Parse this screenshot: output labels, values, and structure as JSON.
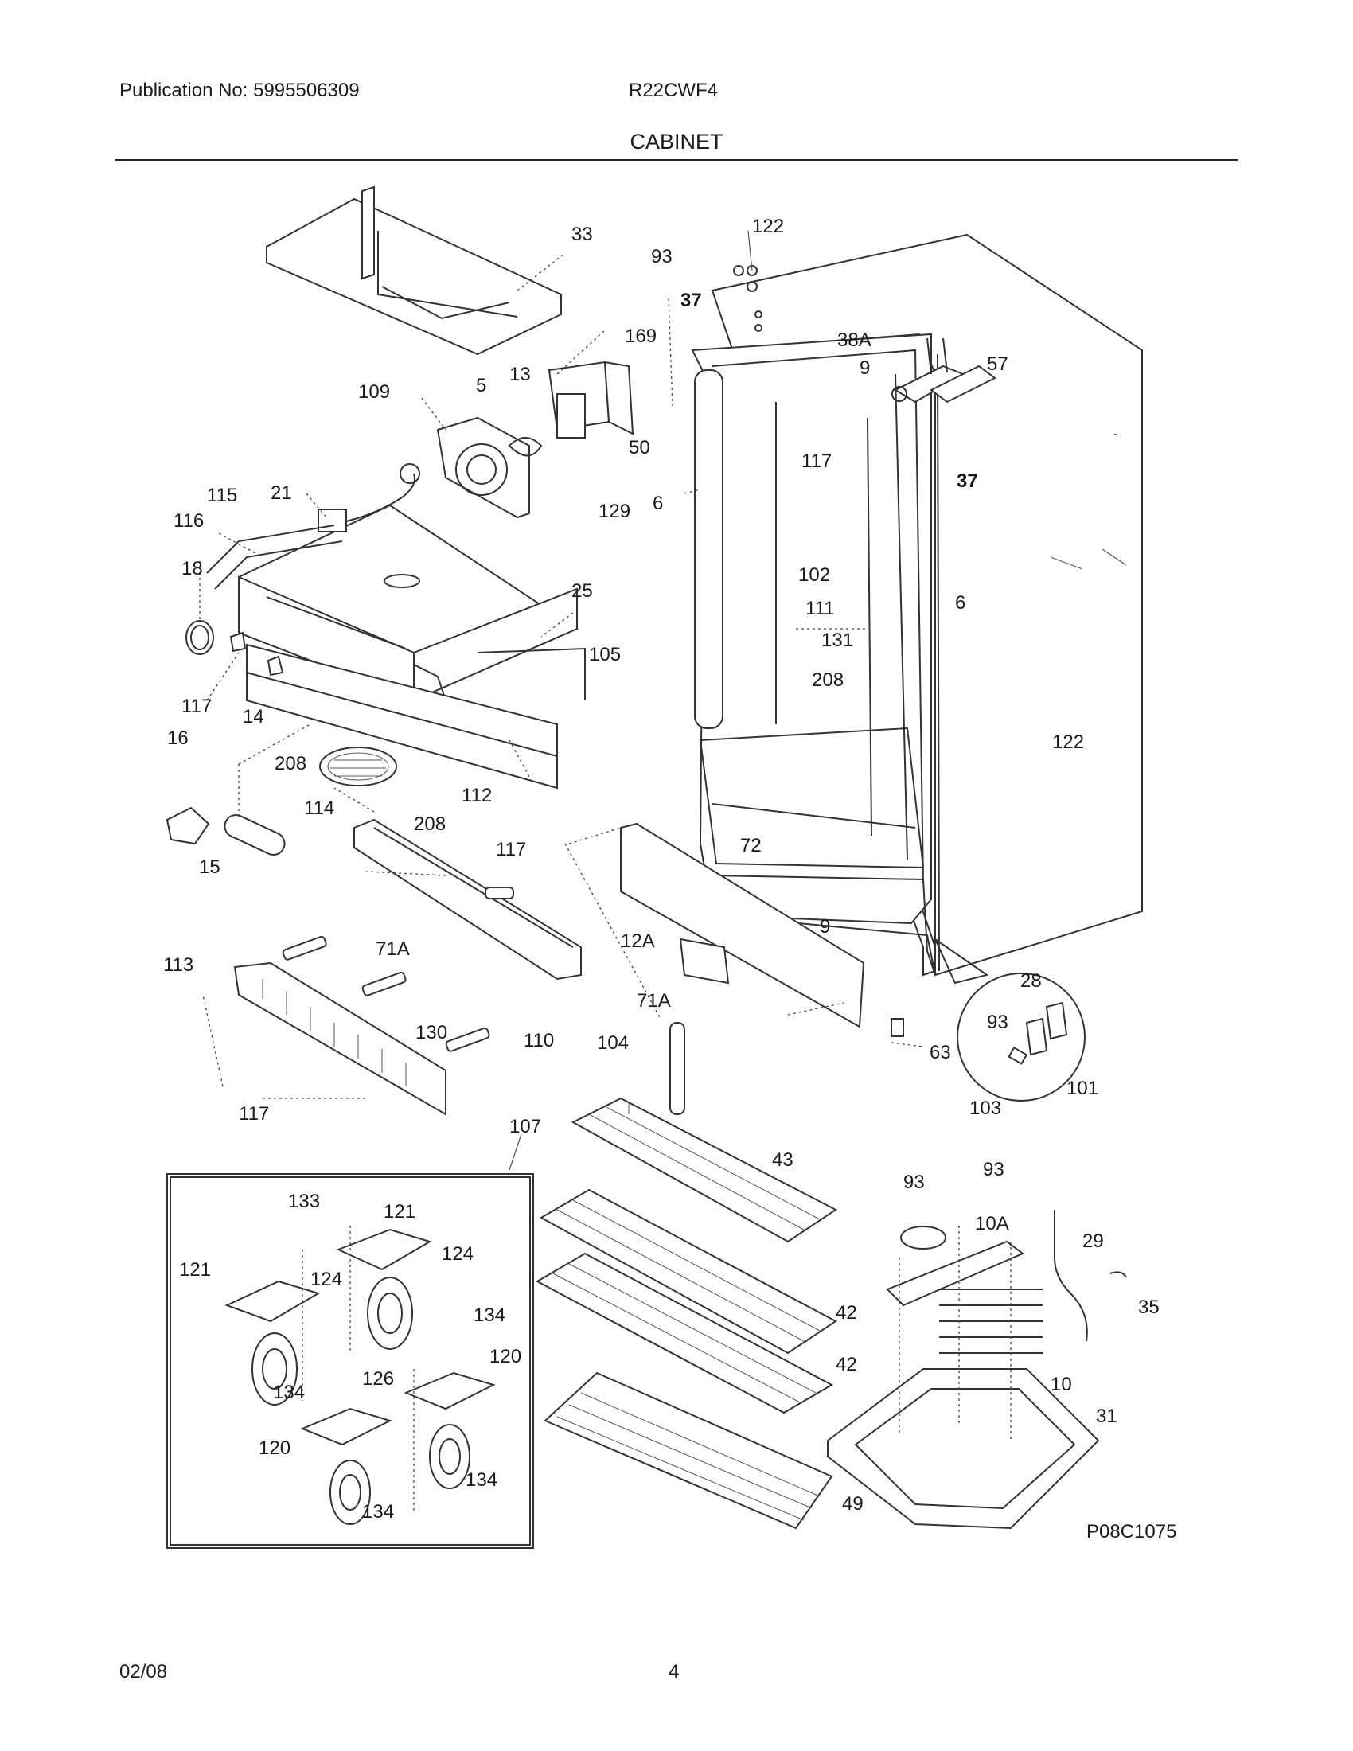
{
  "header": {
    "publication": "Publication No: 5995506309",
    "model": "R22CWF4",
    "title": "CABINET"
  },
  "footer": {
    "date": "02/08",
    "page": "4"
  },
  "drawing_code": "P08C1075",
  "callouts": [
    "33",
    "122",
    "93",
    "37",
    "169",
    "13",
    "109",
    "5",
    "50",
    "38A",
    "57",
    "9",
    "37",
    "117",
    "115",
    "21",
    "116",
    "129",
    "6",
    "102",
    "18",
    "25",
    "111",
    "131",
    "6",
    "208",
    "105",
    "117",
    "14",
    "122",
    "16",
    "208",
    "114",
    "112",
    "208",
    "117",
    "15",
    "72",
    "71A",
    "9",
    "113",
    "12A",
    "71A",
    "28",
    "110",
    "130",
    "104",
    "63",
    "93",
    "117",
    "103",
    "101",
    "107",
    "43",
    "93",
    "93",
    "133",
    "121",
    "10A",
    "29",
    "121",
    "124",
    "124",
    "42",
    "35",
    "134",
    "126",
    "42",
    "10",
    "120",
    "134",
    "31",
    "120",
    "134",
    "49",
    "134"
  ]
}
